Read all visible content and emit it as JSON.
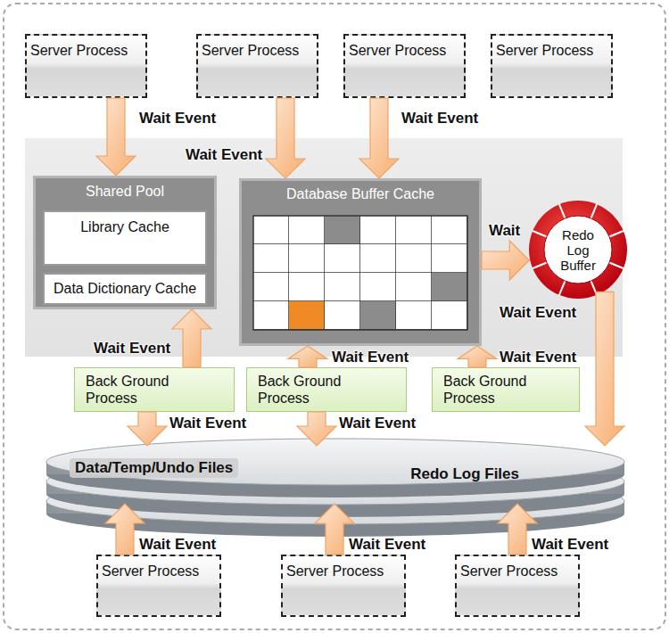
{
  "diagram": {
    "nodes": [
      {
        "text": [
          "Server Process"
        ]
      },
      {
        "text": [
          "Server Process"
        ]
      },
      {
        "text": [
          "Server Process"
        ]
      },
      {
        "text": [
          "Server Process"
        ]
      },
      {
        "text": [
          "Shared Pool"
        ]
      },
      {
        "text": [
          "Library Cache"
        ],
        "in": 4
      },
      {
        "text": [
          "Data Dictionary Cache"
        ],
        "in": 4
      },
      {
        "text": [
          "Database Buffer Cache"
        ]
      },
      {
        "text": [
          "Redo Log Buffer"
        ]
      },
      {
        "text": [
          "Back Ground Process"
        ]
      },
      {
        "text": [
          "Back Ground Process"
        ]
      },
      {
        "text": [
          "Back Ground Process"
        ]
      },
      {
        "text": [
          "Data/Temp/Undo Files",
          "Redo Log Files"
        ]
      },
      {
        "text": [
          "Server Process"
        ]
      },
      {
        "text": [
          "Server Process"
        ]
      },
      {
        "text": [
          "Server Process"
        ]
      }
    ],
    "edges": [
      {
        "from": 0,
        "to": 4,
        "label": "Wait Event",
        "arrow": "to"
      },
      {
        "from": 1,
        "to": 7,
        "label": "Wait Event",
        "arrow": "to"
      },
      {
        "from": 2,
        "to": 7,
        "label": "Wait Event",
        "arrow": "to"
      },
      {
        "from": 7,
        "to": 8,
        "label": "Wait",
        "arrow": "to"
      },
      {
        "from": 8,
        "to": 12,
        "label": "Wait Event",
        "arrow": "to"
      },
      {
        "from": 9,
        "to": 4,
        "label": "Wait Event",
        "arrow": "to"
      },
      {
        "from": 10,
        "to": 7,
        "label": "Wait Event",
        "arrow": "to"
      },
      {
        "from": 11,
        "to": 7,
        "label": "Wait Event",
        "arrow": "to"
      },
      {
        "from": 9,
        "to": 12,
        "label": "Wait Event",
        "arrow": "to"
      },
      {
        "from": 10,
        "to": 12,
        "label": "Wait Event",
        "arrow": "to"
      },
      {
        "from": 13,
        "to": 12,
        "label": "Wait Event",
        "arrow": "to"
      },
      {
        "from": 14,
        "to": 12,
        "label": "Wait Event",
        "arrow": "to"
      },
      {
        "from": 15,
        "to": 12,
        "label": "Wait Event",
        "arrow": "to"
      }
    ]
  }
}
